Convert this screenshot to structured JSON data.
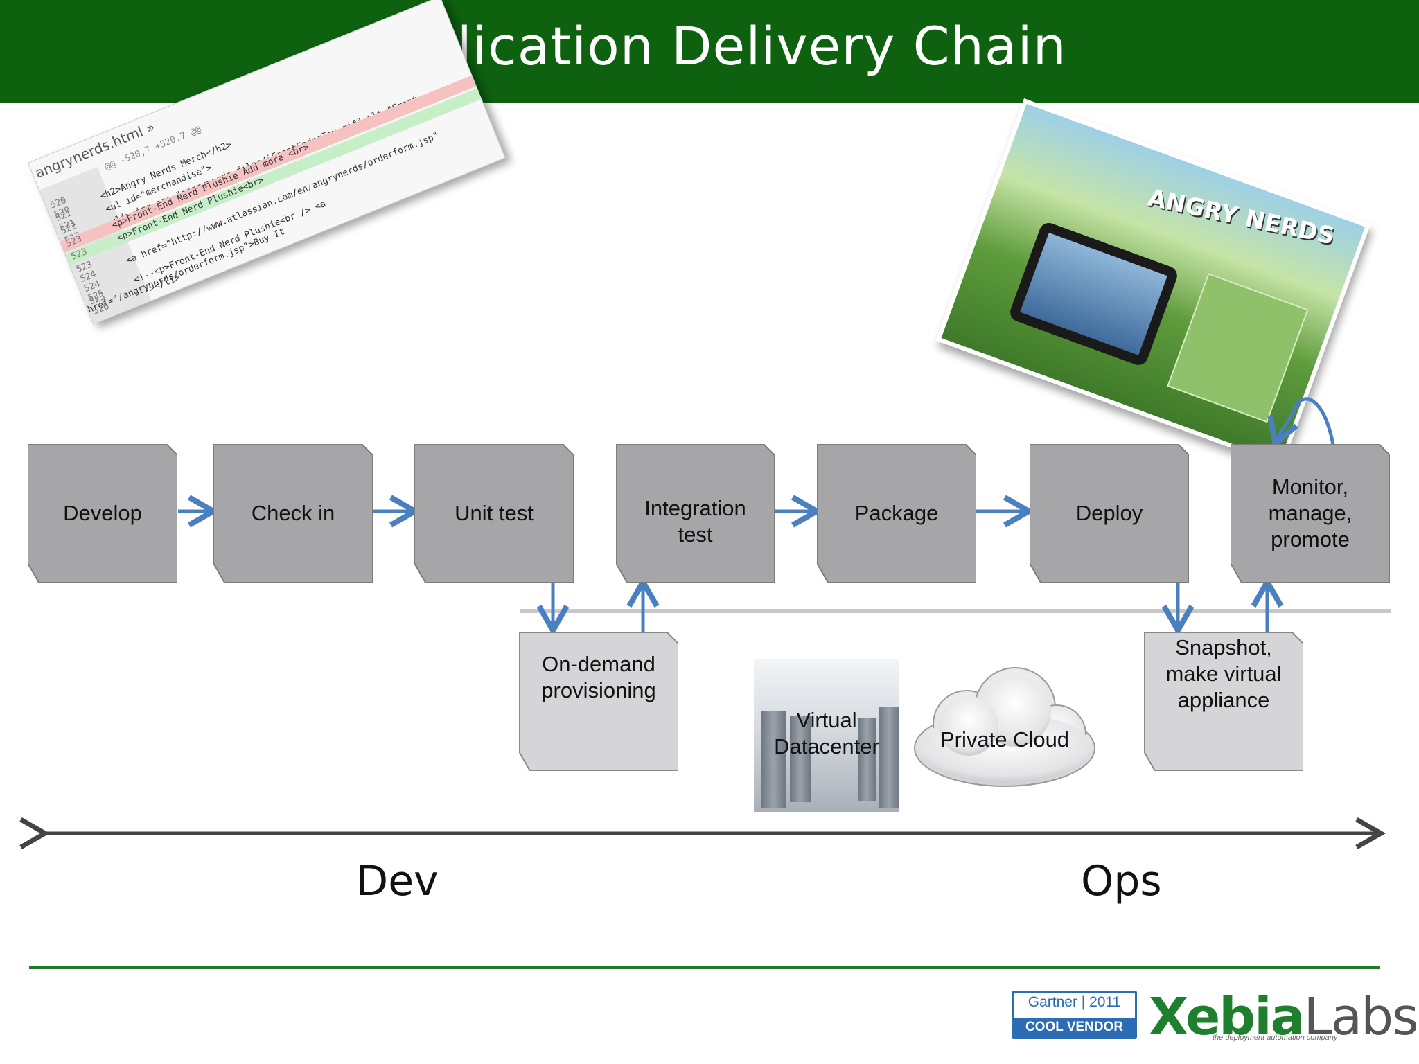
{
  "header": {
    "title": "Application Delivery Chain"
  },
  "colors": {
    "header_bg": "#0d610f",
    "box_fill": "#a6a6a8",
    "box_fill_light": "#d5d5d7",
    "arrow": "#4a7fc0",
    "divider": "#c8c8c8",
    "rule": "#1f7a2a"
  },
  "chain": [
    {
      "id": "develop",
      "label": "Develop"
    },
    {
      "id": "check-in",
      "label": "Check in"
    },
    {
      "id": "unit-test",
      "label": "Unit test"
    },
    {
      "id": "integration-test",
      "label": "Integration\ntest"
    },
    {
      "id": "package",
      "label": "Package"
    },
    {
      "id": "deploy",
      "label": "Deploy"
    },
    {
      "id": "monitor",
      "label": "Monitor,\nmanage,\npromote"
    }
  ],
  "infrastructure": {
    "provisioning": "On-demand\nprovisioning",
    "datacenter": "Virtual\nDatacenter",
    "cloud": "Private Cloud",
    "snapshot": "Snapshot,\nmake virtual\nappliance"
  },
  "axis": {
    "left": "Dev",
    "right": "Ops"
  },
  "code_snippet": {
    "filename": "angrynerds.html »",
    "hunk": "@@ -520,7 +520,7 @@",
    "lines": [
      {
        "num": "520  520",
        "text": "<h2>Angry Nerds Merch</h2>"
      },
      {
        "num": "521  521",
        "text": "<ul id=\"merchandise\">"
      },
      {
        "num": "522  522",
        "text": "<li><img src=\"angrynerds_files/iFrontEnderToy.gif\" alt=\"Front-"
      },
      {
        "num": "523",
        "text": "<p>Front-End Nerd Plushie Add more <br>"
      },
      {
        "num": "     523",
        "text": "<p>Front-End Nerd Plushie<br>"
      },
      {
        "num": "523  524",
        "text": "<a href=\"http://www.atlassian.com/en/angrynerds/orderform.jsp\""
      },
      {
        "num": "524  525",
        "text": "<!--<p>Front-End Nerd Plushie<br /> <a href=\"/angrynerds/orderform.jsp\">Buy It"
      },
      {
        "num": "525  526",
        "text": "--></li>"
      }
    ]
  },
  "screenshot_title": "ANGRY NERDS",
  "logos": {
    "gartner_top": "Gartner | 2011",
    "gartner_bottom": "COOL VENDOR",
    "xebia_x": "Xebia",
    "xebia_labs": "Labs",
    "xebia_tagline": "the deployment automation company"
  }
}
